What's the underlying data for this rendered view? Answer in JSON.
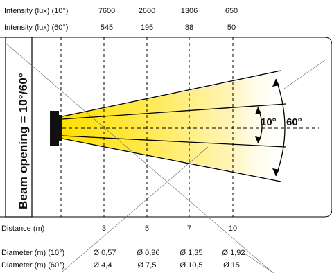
{
  "rows": {
    "intensity10": {
      "label": "Intensity (lux) (10°)",
      "values": [
        "7600",
        "2600",
        "1306",
        "650"
      ]
    },
    "intensity60": {
      "label": "Intensity (lux) (60°)",
      "values": [
        "545",
        "195",
        "88",
        "50"
      ]
    },
    "distance": {
      "label": "Distance (m)",
      "values": [
        "3",
        "5",
        "7",
        "10"
      ]
    },
    "diameter10": {
      "label": "Diameter (m) (10°)",
      "values": [
        "Ø 0,57",
        "Ø 0,96",
        "Ø 1,35",
        "Ø 1,92"
      ]
    },
    "diameter60": {
      "label": "Diameter (m) (60°)",
      "values": [
        "Ø 4,4",
        "Ø 7,5",
        "Ø 10,5",
        "Ø 15"
      ]
    }
  },
  "beam_opening_label": "Beam opening = 10°/60°",
  "angle_narrow": "10°",
  "angle_wide": "60°",
  "colors": {
    "beam_core": "#ffe000",
    "beam_edge": "#fff6c0",
    "lamp": "#111111",
    "lines": "#000000"
  }
}
